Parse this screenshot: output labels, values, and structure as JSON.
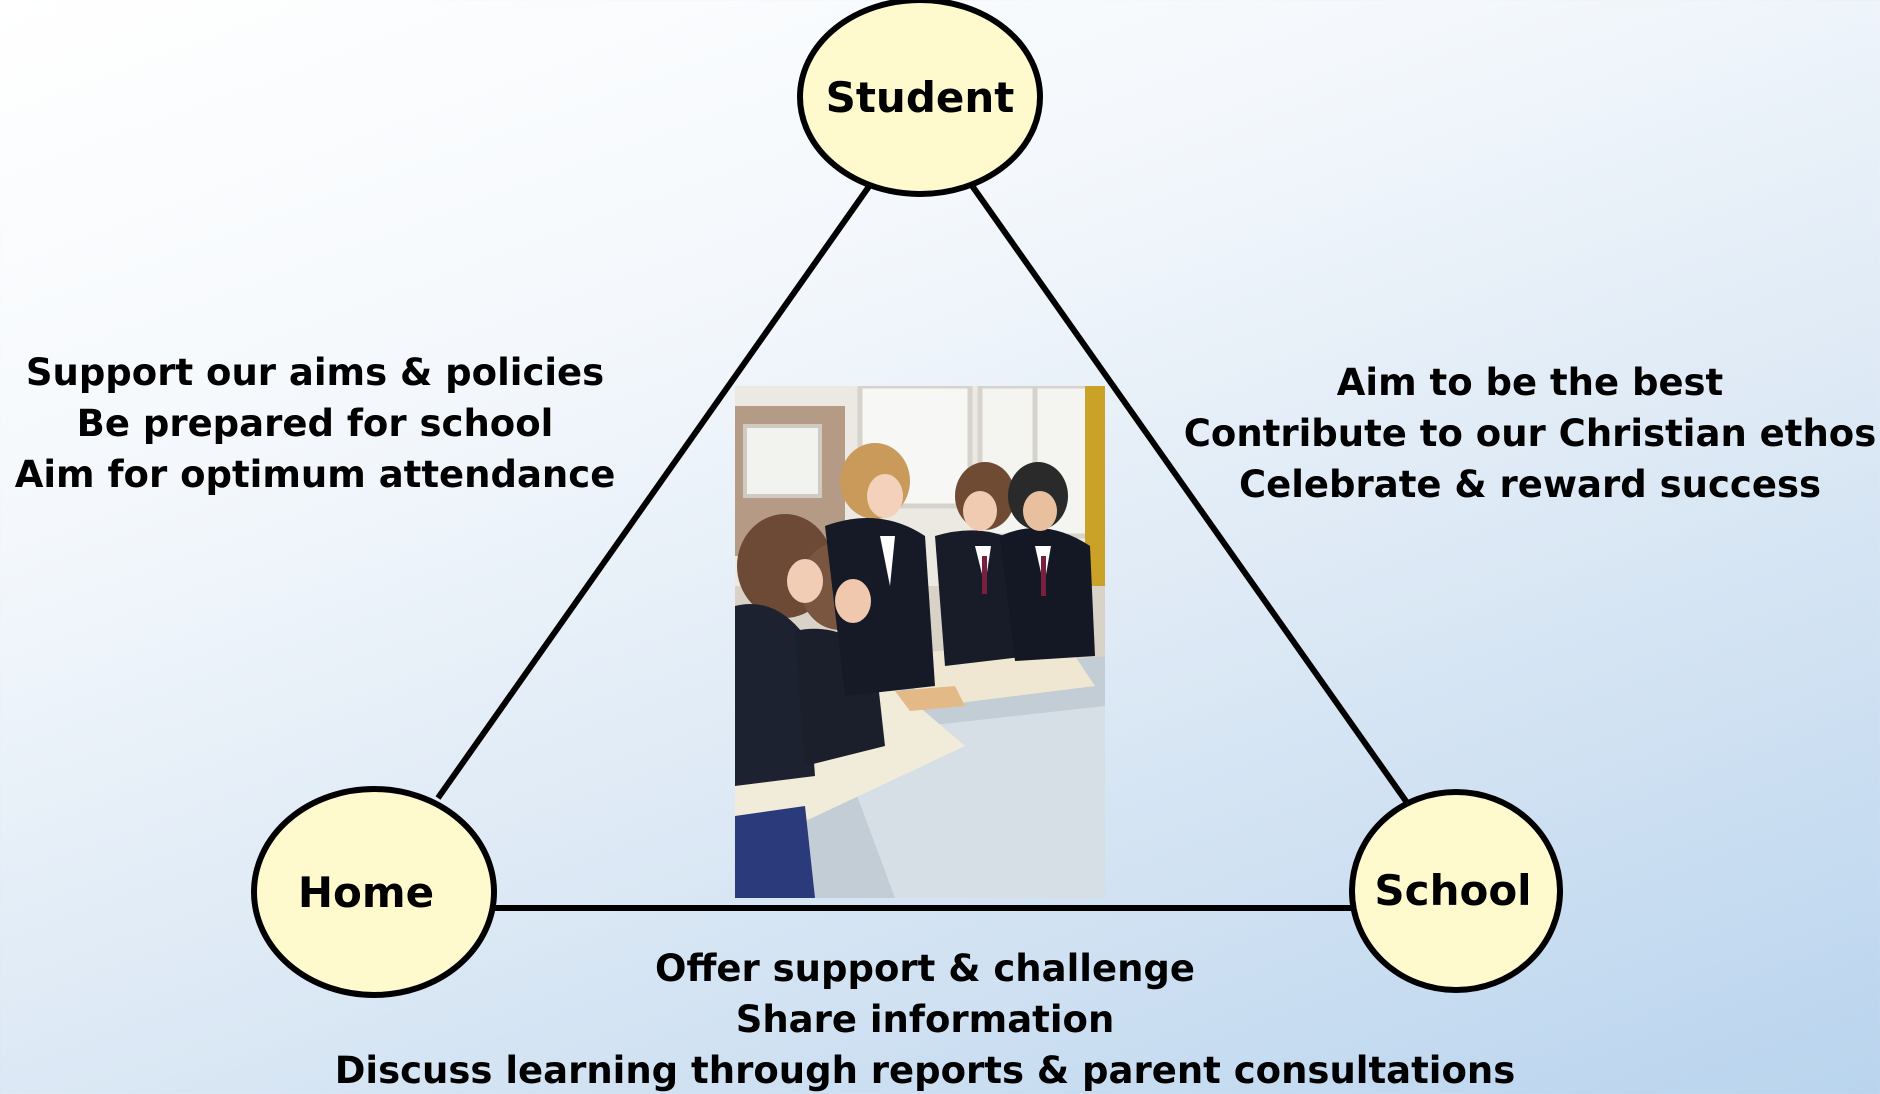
{
  "nodes": {
    "student": "Student",
    "home": "Home",
    "school": "School"
  },
  "sides": {
    "student_home": [
      "Support our aims & policies",
      "Be prepared for school",
      "Aim for optimum attendance"
    ],
    "student_school": [
      "Aim to be the best",
      "Contribute to our Christian ethos",
      "Celebrate & reward success"
    ],
    "home_school": [
      "Offer support & challenge",
      "Share information",
      "Discuss learning through reports & parent consultations"
    ]
  },
  "photo": {
    "icon": "students-studying-map-photo"
  },
  "colors": {
    "node_fill": "#fffacd",
    "stroke": "#000000"
  }
}
